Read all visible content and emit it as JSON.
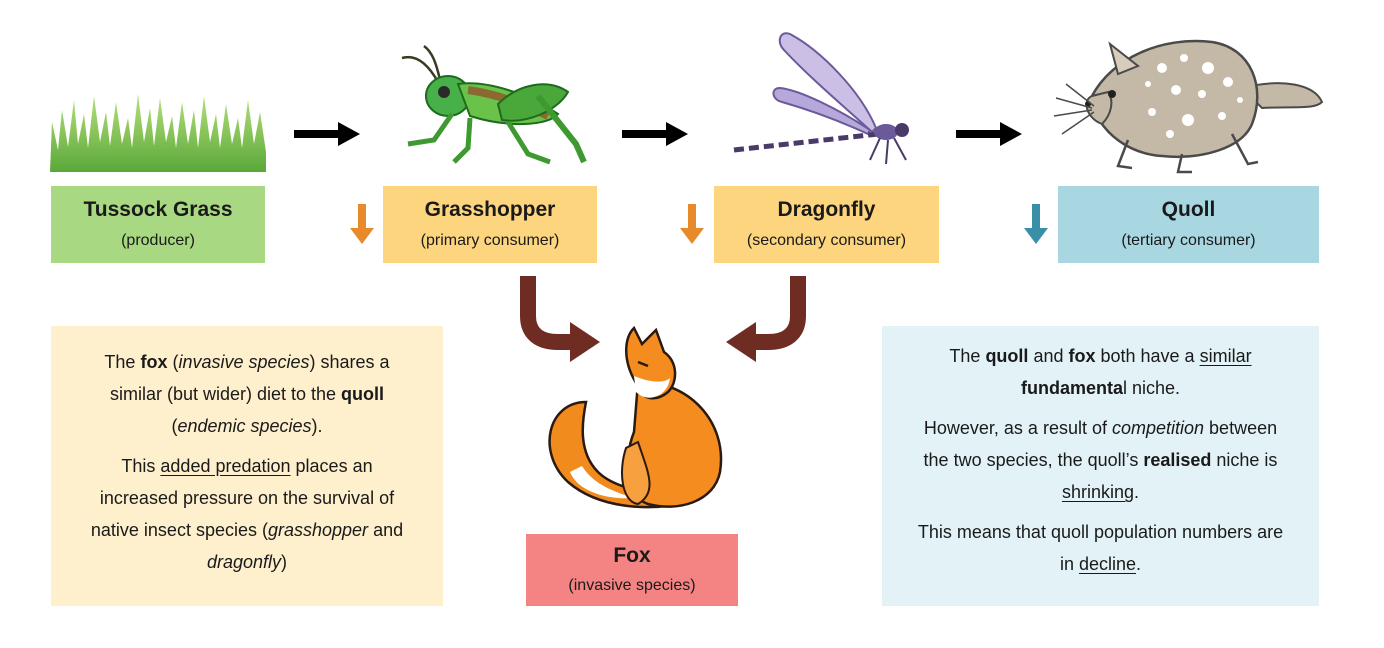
{
  "nodes": {
    "grass": {
      "title": "Tussock Grass",
      "role": "(producer)"
    },
    "grasshopper": {
      "title": "Grasshopper",
      "role": "(primary consumer)"
    },
    "dragonfly": {
      "title": "Dragonfly",
      "role": "(secondary consumer)"
    },
    "quoll": {
      "title": "Quoll",
      "role": "(tertiary consumer)"
    },
    "fox": {
      "title": "Fox",
      "role": "(invasive species)"
    }
  },
  "left_note": {
    "p1": {
      "a": "The ",
      "b": "fox",
      "c": " (",
      "d": "invasive species",
      "e": ") shares a similar (but wider) diet to the ",
      "f": "quoll",
      "g": " (",
      "h": "endemic species",
      "i": ")."
    },
    "p2": {
      "a": "This ",
      "b": "added predation",
      "c": " places an increased pressure on the survival of native insect species (",
      "d": "grasshopper",
      "e": " and ",
      "f": "dragonfly",
      "g": ")"
    }
  },
  "right_note": {
    "p1": {
      "a": "The ",
      "b": "quoll",
      "c": " and ",
      "d": "fox",
      "e": " both have a ",
      "f": "similar",
      "g": " ",
      "h": "fundamenta",
      "i": "l niche."
    },
    "p2": {
      "a": "However, as a result of ",
      "b": "competition",
      "c": " between the two species, the quoll’s ",
      "d": "realised",
      "e": " niche is ",
      "f": "shrinking",
      "g": "."
    },
    "p3": {
      "a": "This means that quoll population numbers are in ",
      "b": "decline",
      "c": "."
    }
  },
  "colors": {
    "producer": "#a8d882",
    "consumer": "#fdd57e",
    "tertiary": "#a8d7e2",
    "invasive": "#f48383",
    "left_note_bg": "#feefcd",
    "right_note_bg": "#e2f2f6",
    "flow_arrow": "#000000",
    "down_arrow_orange": "#e8892a",
    "down_arrow_blue": "#3a8fa8",
    "fox_arrow": "#6e2c22"
  }
}
